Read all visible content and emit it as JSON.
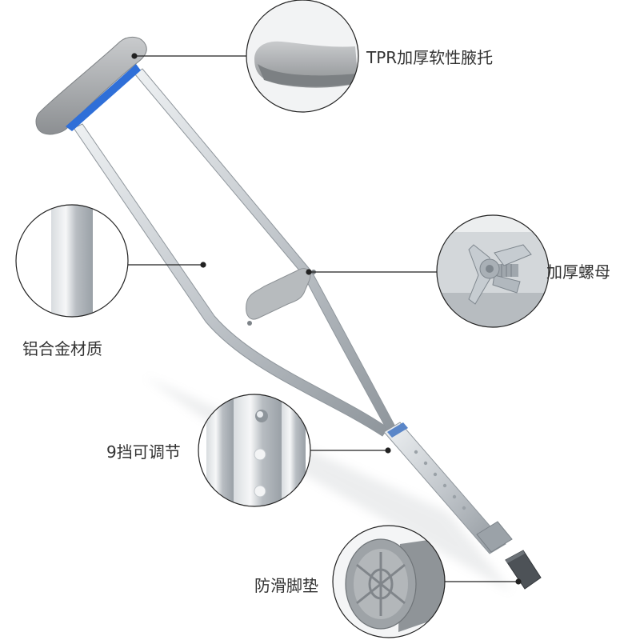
{
  "labels": {
    "underarm_pad": "TPR加厚软性腋托",
    "thick_nut": "加厚螺母",
    "aluminum_material": "铝合金材质",
    "adjustable": "9挡可调节",
    "anti_slip_foot": "防滑脚垫"
  },
  "colors": {
    "background": "#ffffff",
    "tube": "#c9ced3",
    "pad": "#a9acae",
    "accent_blue": "#2f6fd8",
    "callout_line": "#222222",
    "text": "#333333"
  },
  "icons": {
    "pad_detail": "underarm-pad-closeup",
    "nut_detail": "wing-nut-closeup",
    "tube_detail": "aluminum-tube-closeup",
    "holes_detail": "adjustment-holes-closeup",
    "foot_detail": "rubber-foot-closeup"
  }
}
